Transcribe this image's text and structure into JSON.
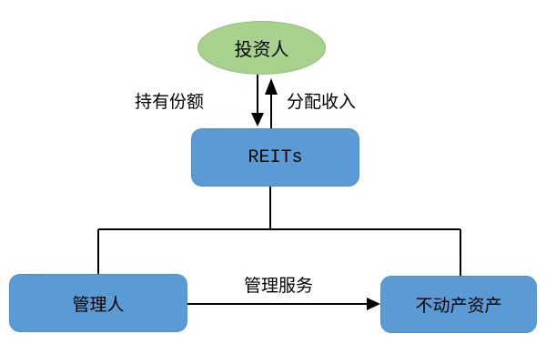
{
  "diagram": {
    "type": "flowchart",
    "language": "zh-CN",
    "nodes": {
      "investor": "投资人",
      "reits": "REITs",
      "manager": "管理人",
      "real_estate_assets": "不动产资产"
    },
    "edge_labels": {
      "hold_shares": "持有份额",
      "distribute_income": "分配收入",
      "management_service": "管理服务"
    },
    "edges": [
      {
        "from": "investor",
        "to": "reits",
        "label": "持有份额",
        "direction": "down"
      },
      {
        "from": "reits",
        "to": "investor",
        "label": "分配收入",
        "direction": "up"
      },
      {
        "from": "reits",
        "to": "manager",
        "label": "",
        "direction": "down"
      },
      {
        "from": "reits",
        "to": "real_estate_assets",
        "label": "",
        "direction": "down"
      },
      {
        "from": "manager",
        "to": "real_estate_assets",
        "label": "管理服务",
        "direction": "right"
      }
    ],
    "colors": {
      "investor_fill": "#a9d18e",
      "investor_border": "#8fbd72",
      "box_fill": "#5b9bd5",
      "box_border": "#4e8fcd",
      "line": "#000000",
      "text": "#000000",
      "background": "#ffffff"
    }
  }
}
